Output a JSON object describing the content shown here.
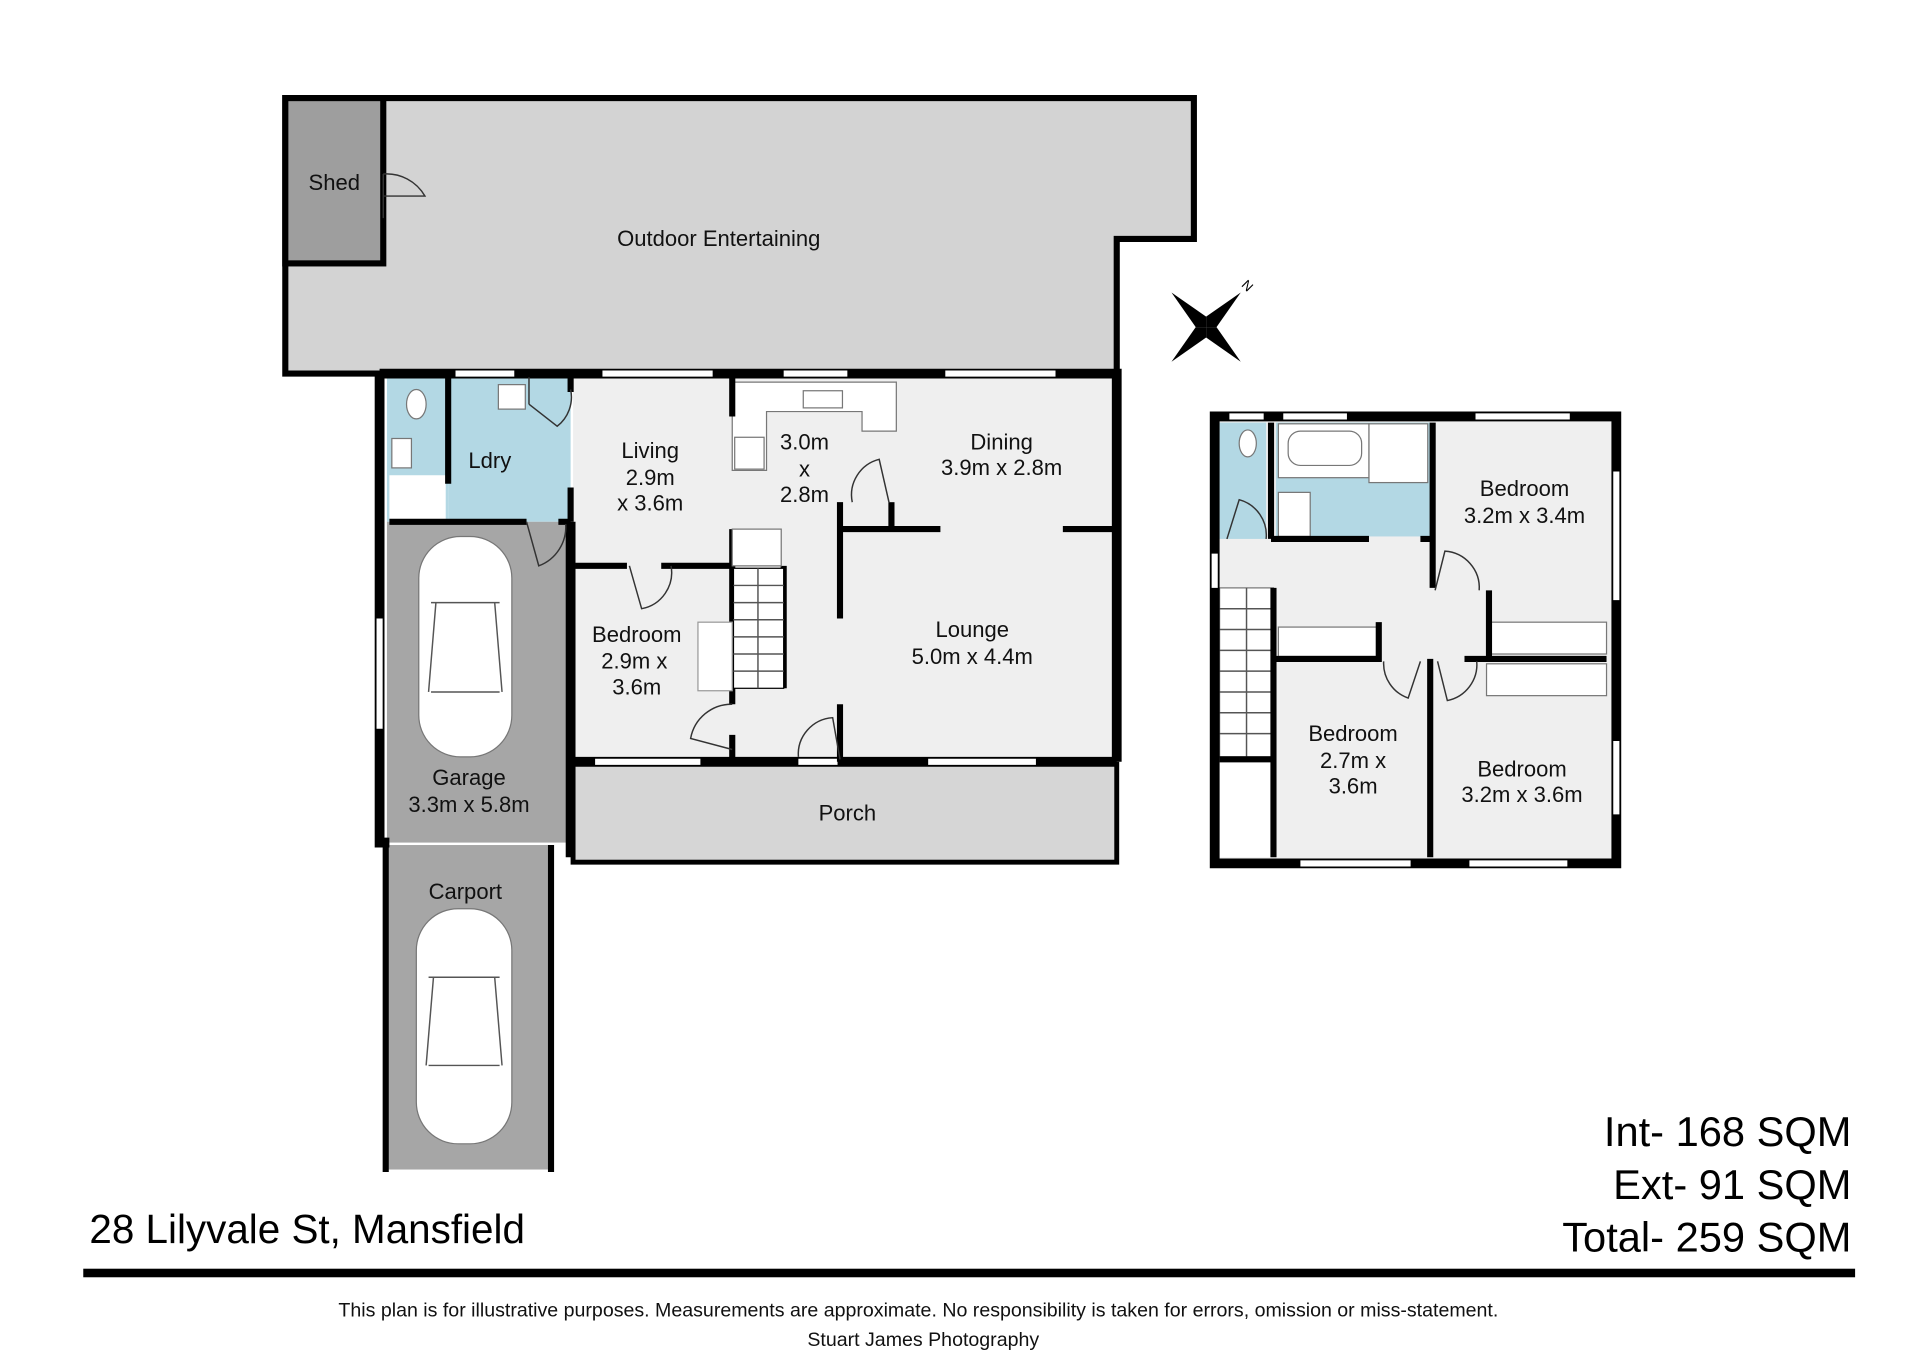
{
  "plan": {
    "ground": {
      "shed": "Shed",
      "outdoor": "Outdoor Entertaining",
      "ldry": "Ldry",
      "living": {
        "name": "Living",
        "dim1": "2.9m",
        "dim2": "x 3.6m"
      },
      "kitchen": {
        "dim1": "3.0m",
        "dim2": "x",
        "dim3": "2.8m"
      },
      "dining": {
        "name": "Dining",
        "dim": "3.9m x 2.8m"
      },
      "bedroom": {
        "name": "Bedroom",
        "dim1": "2.9m x",
        "dim2": "3.6m"
      },
      "lounge": {
        "name": "Lounge",
        "dim": "5.0m x 4.4m"
      },
      "garage": {
        "name": "Garage",
        "dim": "3.3m x 5.8m"
      },
      "porch": "Porch",
      "carport": "Carport"
    },
    "upper": {
      "bed1": {
        "name": "Bedroom",
        "dim": "3.2m x 3.4m"
      },
      "bed2": {
        "name": "Bedroom",
        "dim1": "2.7m x",
        "dim2": "3.6m"
      },
      "bed3": {
        "name": "Bedroom",
        "dim": "3.2m x 3.6m"
      }
    },
    "compass_label": "N"
  },
  "areas": {
    "internal": "Int- 168 SQM",
    "external": "Ext- 91 SQM",
    "total": "Total- 259 SQM"
  },
  "address": "28 Lilyvale St, Mansfield",
  "footer": {
    "disclaimer": "This plan is for illustrative purposes. Measurements are approximate. No responsibility is taken for errors, omission or miss-statement.",
    "credit": "Stuart James Photography"
  },
  "colors": {
    "wet": "#b3d8e4",
    "garage": "#a6a6a6",
    "outdoor": "#d3d3d3",
    "interior": "#efefef"
  }
}
